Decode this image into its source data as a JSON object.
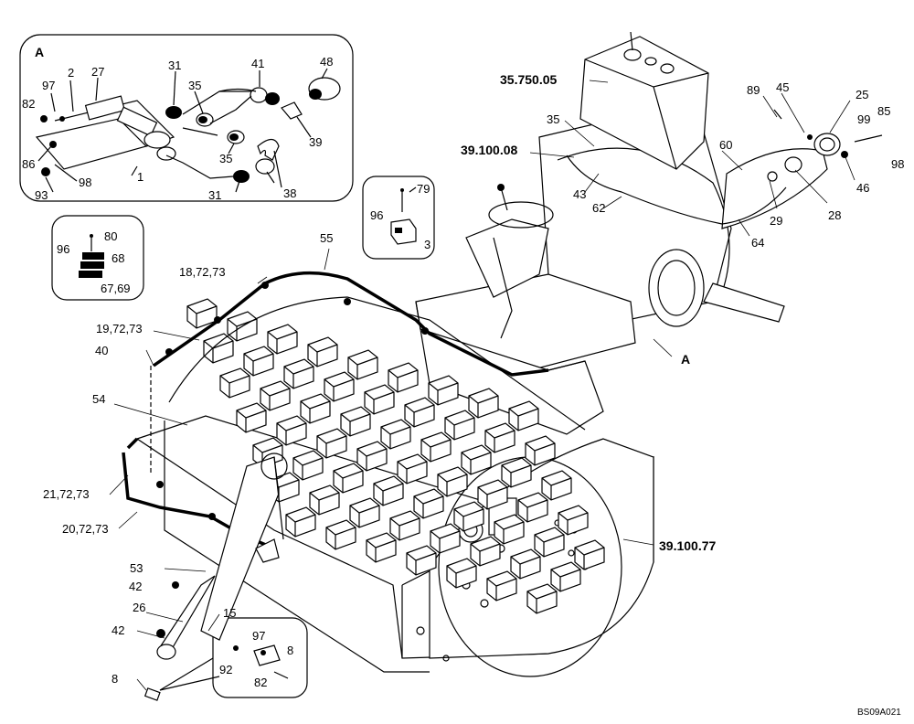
{
  "callouts": {
    "inset_a_letter": "A",
    "c97": "97",
    "c2": "2",
    "c27": "27",
    "c82": "82",
    "c31a": "31",
    "c35a": "35",
    "c41": "41",
    "c48": "48",
    "c39": "39",
    "c35b": "35",
    "c86": "86",
    "c98a": "98",
    "c93": "93",
    "c1": "1",
    "c31b": "31",
    "c38": "38",
    "c35_750_05": "35.750.05",
    "c35c": "35",
    "c39_100_08": "39.100.08",
    "c79": "79",
    "c96a": "96",
    "c3": "3",
    "c43": "43",
    "c62": "62",
    "c89": "89",
    "c45": "45",
    "c25": "25",
    "c99": "99",
    "c85": "85",
    "c98b": "98",
    "c60": "60",
    "c46": "46",
    "c29": "29",
    "c28": "28",
    "c64": "64",
    "c80": "80",
    "c96b": "96",
    "c68": "68",
    "c67_69": "67,69",
    "c55": "55",
    "c18_72_73": "18,72,73",
    "c19_72_73": "19,72,73",
    "c40": "40",
    "c54": "54",
    "cA": "A",
    "c21_72_73": "21,72,73",
    "c20_72_73": "20,72,73",
    "c39_100_77": "39.100.77",
    "c53": "53",
    "c42a": "42",
    "c26": "26",
    "c15": "15",
    "c42b": "42",
    "c97b": "97",
    "c8a": "8",
    "c92": "92",
    "c82b": "82",
    "c8b": "8"
  },
  "drawing_ref": "BS09A021"
}
